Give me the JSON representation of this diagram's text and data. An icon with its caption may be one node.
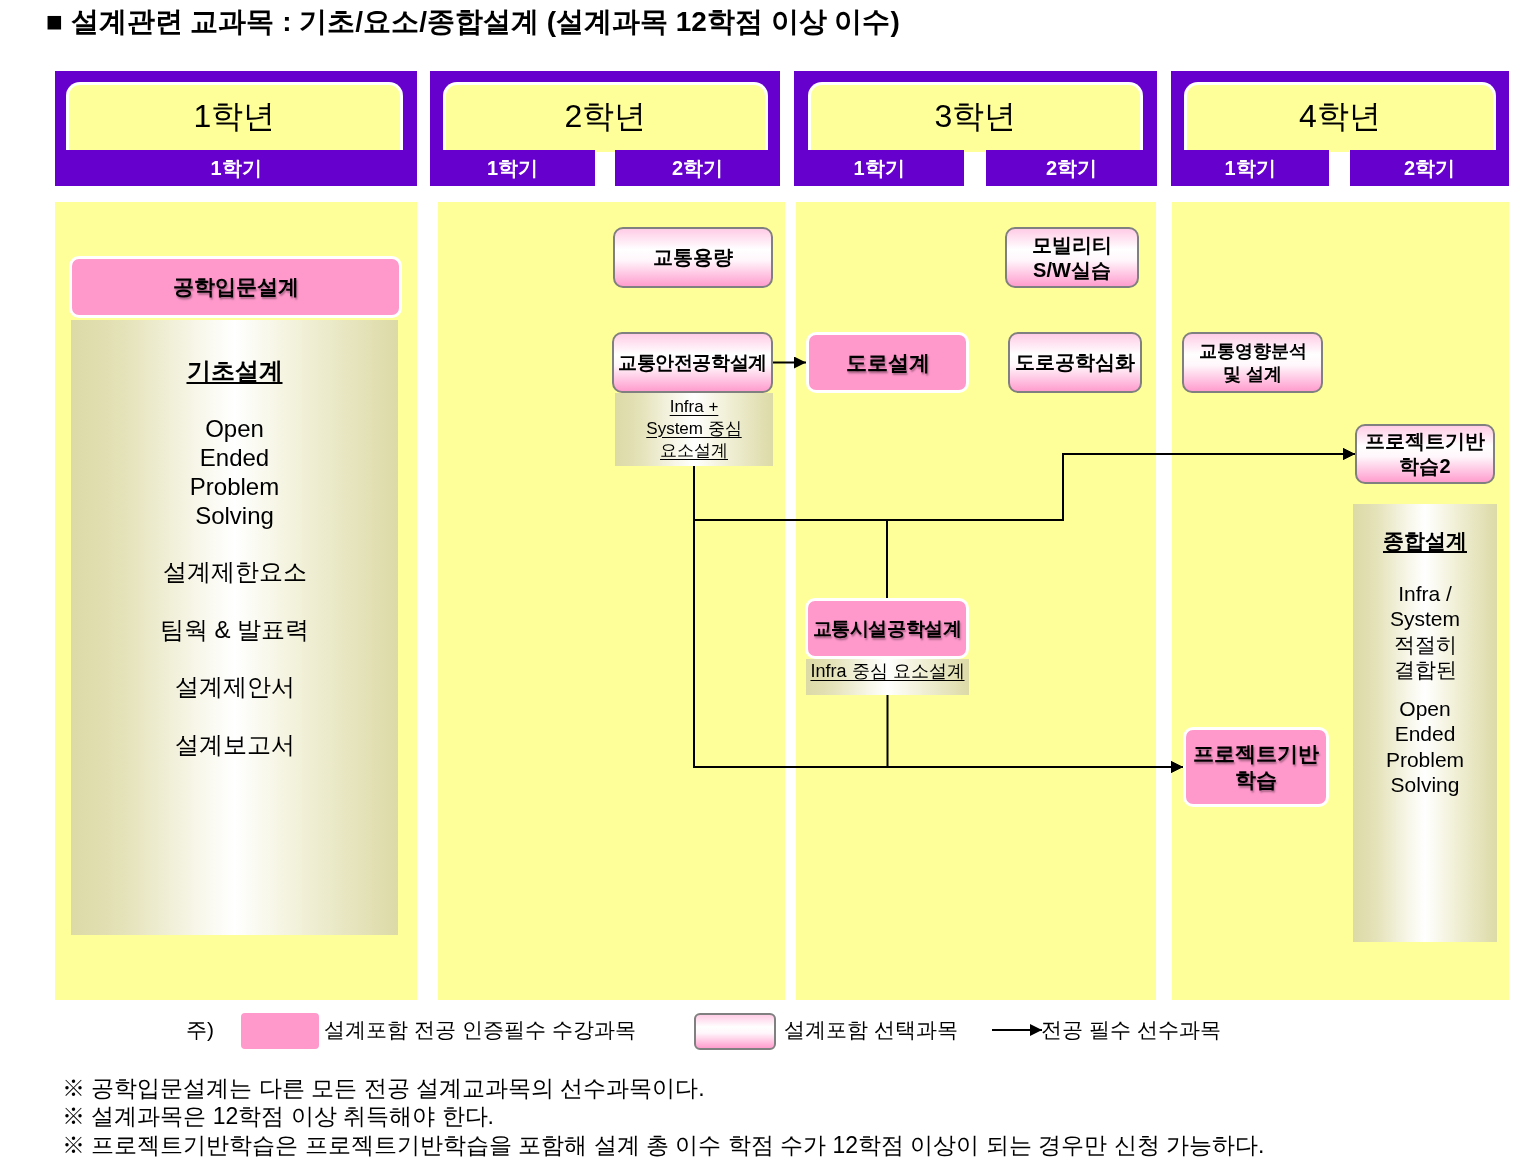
{
  "diagram": {
    "title": "■ 설계관련 교과목 : 기초/요소/종합설계 (설계과목 12학점 이상 이수)",
    "nodes": [
      {
        "text": [
          "1학년"
        ]
      },
      {
        "text": [
          "1학기"
        ],
        "in": 0
      },
      {
        "text": [
          "2학년"
        ]
      },
      {
        "text": [
          "1학기"
        ],
        "in": 2
      },
      {
        "text": [
          "2학기"
        ],
        "in": 2
      },
      {
        "text": [
          "3학년"
        ]
      },
      {
        "text": [
          "1학기"
        ],
        "in": 5
      },
      {
        "text": [
          "2학기"
        ],
        "in": 5
      },
      {
        "text": [
          "4학년"
        ]
      },
      {
        "text": [
          "1학기"
        ],
        "in": 8
      },
      {
        "text": [
          "2학기"
        ],
        "in": 8
      },
      {
        "text": [
          "공학입문설계"
        ]
      },
      {
        "text": [
          "기초설계",
          "Open Ended Problem Solving",
          "설계제한요소",
          "팀웍 & 발표력",
          "설계제안서",
          "설계보고서"
        ]
      },
      {
        "text": [
          "교통용량"
        ]
      },
      {
        "text": [
          "교통안전공학설계"
        ]
      },
      {
        "text": [
          "Infra + System 중심 요소설계"
        ]
      },
      {
        "text": [
          "모빌리티 S/W실습"
        ]
      },
      {
        "text": [
          "도로설계"
        ]
      },
      {
        "text": [
          "도로공학심화"
        ]
      },
      {
        "text": [
          "교통시설공학설계"
        ]
      },
      {
        "text": [
          "Infra 중심 요소설계"
        ]
      },
      {
        "text": [
          "교통영향분석 및 설계"
        ]
      },
      {
        "text": [
          "프로젝트기반학습2"
        ]
      },
      {
        "text": [
          "종합설계",
          "Infra / System 적절히 결합된",
          "Open Ended Problem Solving"
        ]
      },
      {
        "text": [
          "프로젝트기반학습"
        ]
      }
    ],
    "edges": [
      {
        "from": 14,
        "to": 17,
        "arrow": "to"
      },
      {
        "from": 15,
        "to": 22,
        "arrow": "to"
      },
      {
        "from": 15,
        "to": 24,
        "arrow": "to"
      },
      {
        "from": 19,
        "to": 22,
        "arrow": "to"
      },
      {
        "from": 20,
        "to": 24,
        "arrow": "to"
      }
    ],
    "labels": [
      "주)",
      "※ 공학입문설계는 다른 모든 전공 설계교과목의 선수과목이다.",
      "※ 설계과목은 12학점 이상 취득해야 한다.",
      "※ 프로젝트기반학습은 프로젝트기반학습을 포함해 설계 총 이수 학점 수가 12학점 이상이 되는 경우만 신청 가능하다."
    ],
    "legend": [
      {
        "text": "설계포함 전공 인증필수 수강과목",
        "color": "#ff99cc"
      },
      {
        "text": "설계포함 선택과목"
      },
      {
        "text": "전공 필수 선수과목"
      }
    ]
  }
}
